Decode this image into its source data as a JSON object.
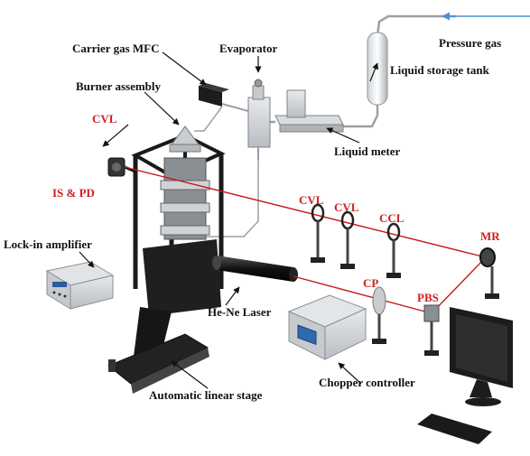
{
  "labels": {
    "pressure_gas": "Pressure gas",
    "liquid_storage_tank": "Liquid storage tank",
    "carrier_gas_mfc": "Carrier gas MFC",
    "evaporator": "Evaporator",
    "burner_assembly": "Burner assembly",
    "cvl_top": "CVL",
    "liquid_meter": "Liquid meter",
    "is_pd": "IS & PD",
    "cvl_1": "CVL",
    "cvl_2": "CVL",
    "ccl": "CCL",
    "mr": "MR",
    "lock_in_amplifier": "Lock-in amplifier",
    "cp": "CP",
    "pbs": "PBS",
    "he_ne_laser": "He-Ne Laser",
    "chopper_controller": "Chopper controller",
    "automatic_linear_stage": "Automatic linear stage"
  },
  "colors": {
    "label_black": "#111111",
    "label_red": "#d21e1e",
    "beam": "#c81818",
    "pressure_arrow": "#4a90d9",
    "frame": "#1a1a1a",
    "metal": "#b8bcc0",
    "monitor": "#1c1c1c"
  }
}
